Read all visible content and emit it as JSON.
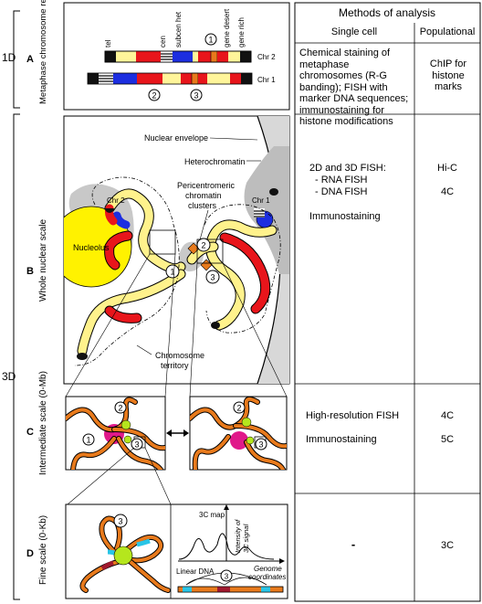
{
  "left_axis": {
    "d1": "1D",
    "d3": "3D",
    "row_a": "A",
    "row_b": "B",
    "row_c": "C",
    "row_d": "D",
    "sub_a": "Metaphase chromosome regions",
    "sub_b": "Whole nuclear scale",
    "sub_c": "Intermediate scale (0-Mb)",
    "sub_d": "Fine scale (0-Kb)"
  },
  "panel_a": {
    "labels": [
      "tel",
      "cen",
      "subcen het",
      "gene desert",
      "gene rich"
    ],
    "chr2": "Chr 2",
    "chr1": "Chr 1",
    "circle_1": "1",
    "circle_2": "2",
    "circle_3": "3"
  },
  "panel_b": {
    "nuclear_envelope": "Nuclear envelope",
    "heterochromatin": "Heterochromatin",
    "pericentromeric_1": "Pericentromeric",
    "pericentromeric_2": "chromatin",
    "pericentromeric_3": "clusters",
    "chr2": "Chr 2",
    "chr1": "Chr 1",
    "nucleolus": "Nucleolus",
    "circle_1": "1",
    "circle_2": "2",
    "circle_3": "3",
    "territory_1": "Chromosome",
    "territory_2": "territory"
  },
  "panel_c": {
    "left_1": "1",
    "left_2": "2",
    "left_3": "3",
    "right_2": "2",
    "right_3": "3"
  },
  "panel_d": {
    "circle_3": "3",
    "map_title": "3C map",
    "y_axis_1": "Intensity of",
    "y_axis_2": "3C signal",
    "x_axis_1": "Genome",
    "x_axis_2": "coordinates",
    "linear_dna": "Linear DNA",
    "circle_lin": "3"
  },
  "methods": {
    "title": "Methods of analysis",
    "col_single": "Single cell",
    "col_pop": "Populational",
    "a_single": "Chemical staining of metaphase chromosomes (R-G banding); FISH with marker DNA sequences; immunostaining for histone modifications",
    "a_pop": "ChIP for histone marks",
    "b_single_1": "2D and 3D FISH:",
    "b_single_2": "- RNA FISH",
    "b_single_3": "- DNA FISH",
    "b_single_4": "Immunostaining",
    "b_pop_1": "Hi-C",
    "b_pop_2": "4C",
    "c_single_1": "High-resolution FISH",
    "c_single_2": "Immunostaining",
    "c_pop_1": "4C",
    "c_pop_2": "5C",
    "d_single": "-",
    "d_pop": "3C"
  },
  "colors": {
    "fiber": "#e87a1c",
    "fiber_core": "#fff28c",
    "red": "#e8151b",
    "blue": "#1c2ee0",
    "yellow": "#fff200",
    "light_yellow": "#fff59a",
    "nucleus_gray": "#cfcfcf",
    "hub_magenta": "#e0198a",
    "hub_green": "#b5e61d",
    "cyan": "#29c5e6",
    "dark_red": "#a0192e"
  }
}
